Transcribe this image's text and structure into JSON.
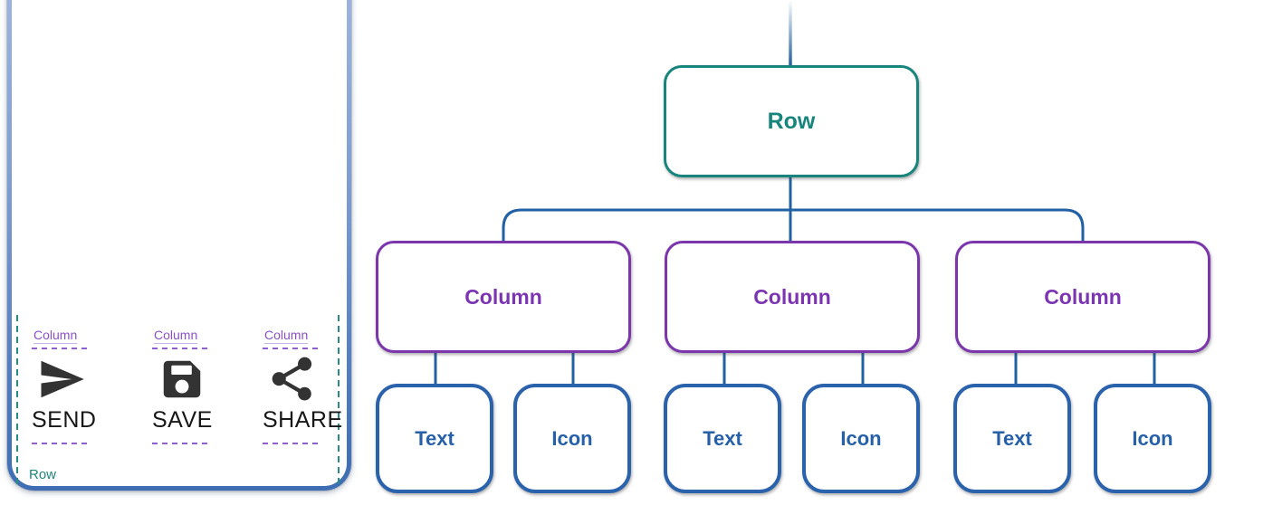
{
  "preview": {
    "row_debug_label": "Row",
    "columns": [
      {
        "debug_label": "Column",
        "icon": "send-icon",
        "caption": "SEND"
      },
      {
        "debug_label": "Column",
        "icon": "save-icon",
        "caption": "SAVE"
      },
      {
        "debug_label": "Column",
        "icon": "share-icon",
        "caption": "SHARE"
      }
    ]
  },
  "tree": {
    "root": {
      "label": "Row"
    },
    "columns": [
      {
        "label": "Column",
        "children": [
          {
            "label": "Text"
          },
          {
            "label": "Icon"
          }
        ]
      },
      {
        "label": "Column",
        "children": [
          {
            "label": "Text"
          },
          {
            "label": "Icon"
          }
        ]
      },
      {
        "label": "Column",
        "children": [
          {
            "label": "Text"
          },
          {
            "label": "Icon"
          }
        ]
      }
    ]
  },
  "colors": {
    "row_node": "#17857C",
    "column_node": "#7B36AC",
    "child_node": "#2B62AC",
    "connector": "#2160A5",
    "frame_gradient_top": "#9FB6DE",
    "frame_gradient_bottom": "#3E6DB3",
    "debug_dash_teal": "#2A8A85",
    "debug_dash_purple": "#8F5FD0",
    "icon_fill": "#333333"
  }
}
